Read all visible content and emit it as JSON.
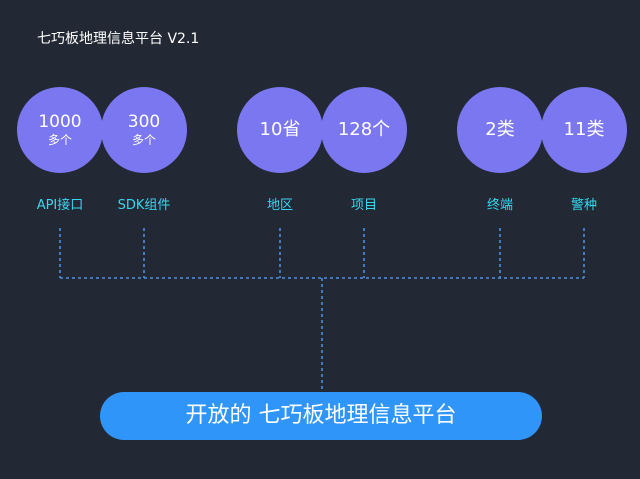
{
  "title": "七巧板地理信息平台 V2.1",
  "stats": [
    {
      "value": "1000",
      "unit": "多个",
      "label": "API接口"
    },
    {
      "value": "300",
      "unit": "多个",
      "label": "SDK组件"
    },
    {
      "value": "10省",
      "unit": "",
      "label": "地区"
    },
    {
      "value": "128个",
      "unit": "",
      "label": "项目"
    },
    {
      "value": "2类",
      "unit": "",
      "label": "终端"
    },
    {
      "value": "11类",
      "unit": "",
      "label": "警种"
    }
  ],
  "platform": "开放的  七巧板地理信息平台",
  "colors": {
    "background": "#222934",
    "circle": "#7b77f1",
    "label": "#37d7f0",
    "connector": "#4d8fe0",
    "platform": "#2f95f8"
  }
}
